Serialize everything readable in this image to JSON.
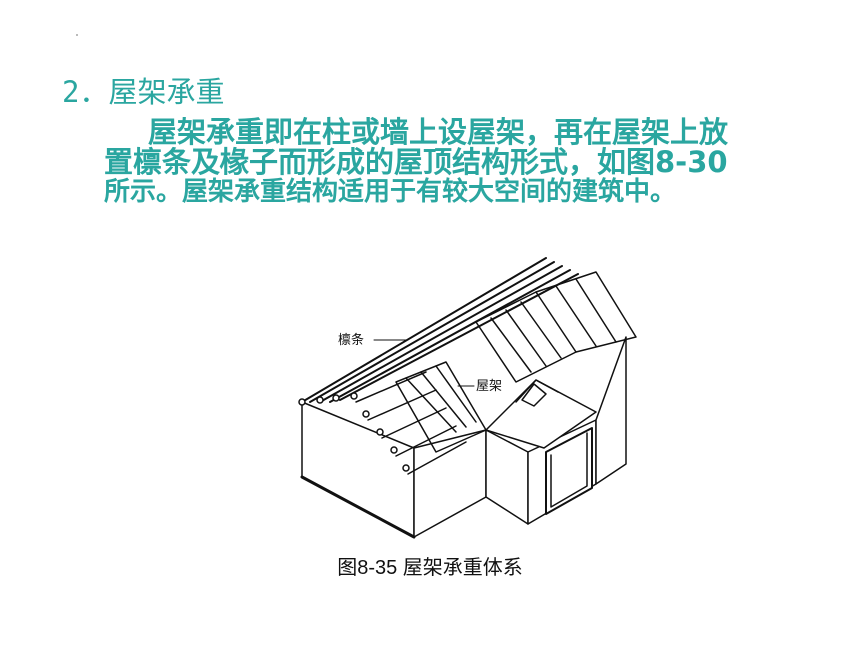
{
  "section": {
    "heading": "2．屋架承重",
    "line1": "屋架承重即在柱或墙上设屋架，再在屋架上放",
    "line2": "置檩条及椽子而形成的屋顶结构形式，如图8-30",
    "line3": "所示。屋架承重结构适用于有较大空间的建筑中。"
  },
  "figure": {
    "label_purlin": "檩条",
    "label_truss": "屋架",
    "caption": "图8-35  屋架承重体系"
  },
  "colors": {
    "text_accent": "#2aa6a0",
    "line_art": "#111111"
  }
}
